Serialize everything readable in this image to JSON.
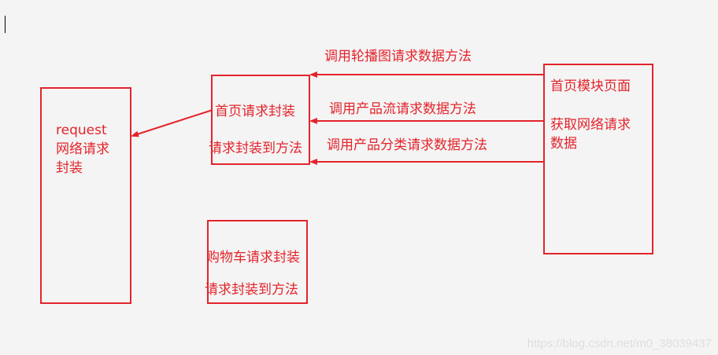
{
  "colors": {
    "stroke": "#e3242b",
    "background": "#f4f4f4",
    "watermark": "#dcdcdc"
  },
  "boxes": {
    "request": {
      "line1": "request",
      "line2": "网络请求",
      "line3": "封装"
    },
    "home": {
      "title": "首页请求封装",
      "subtitle": "请求封装到方法"
    },
    "cart": {
      "title": "购物车请求封装",
      "subtitle": "请求封装到方法"
    },
    "page": {
      "title": "首页模块页面",
      "desc1": "获取网络请求",
      "desc2": "数据"
    }
  },
  "arrows": {
    "carousel": "调用轮播图请求数据方法",
    "product_flow": "调用产品流请求数据方法",
    "product_category": "调用产品分类请求数据方法"
  },
  "watermark": "https://blog.csdn.net/m0_38039437"
}
